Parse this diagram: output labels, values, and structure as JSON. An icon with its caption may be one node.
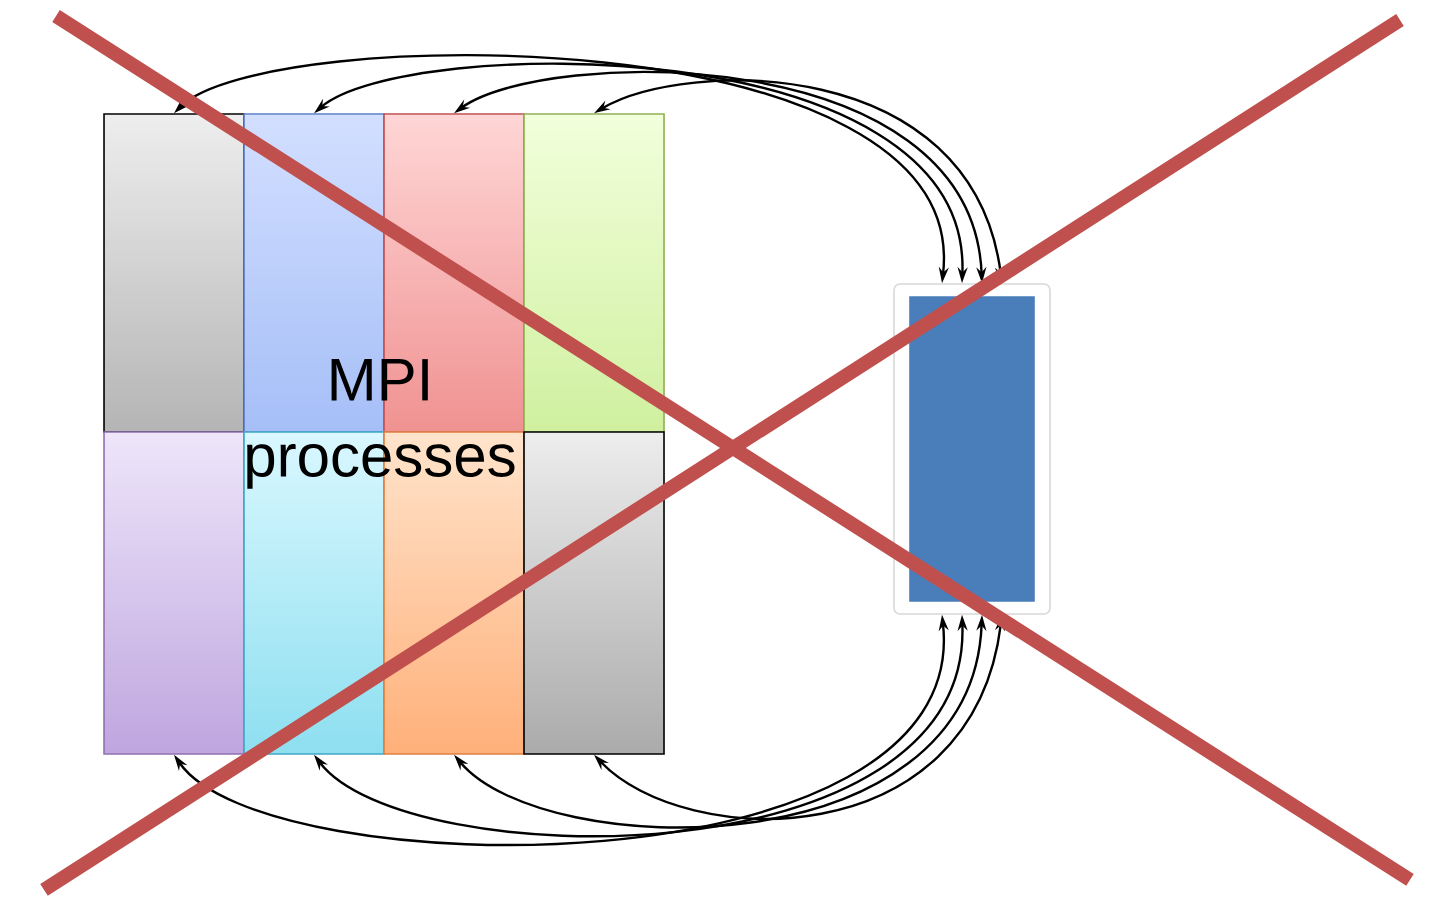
{
  "diagram": {
    "nodes": [
      {
        "text": [],
        "shape": "box"
      },
      {
        "text": [],
        "shape": "box"
      },
      {
        "text": [],
        "shape": "box"
      },
      {
        "text": [],
        "shape": "box"
      },
      {
        "text": [],
        "shape": "box"
      },
      {
        "text": [],
        "shape": "box"
      },
      {
        "text": [],
        "shape": "box"
      },
      {
        "text": [],
        "shape": "box"
      },
      {
        "text": [],
        "shape": "box"
      },
      {
        "text": [],
        "shape": "bar",
        "in": 8
      }
    ],
    "edges": [
      {
        "from": 8,
        "to": 0,
        "arrow": "both"
      },
      {
        "from": 8,
        "to": 1,
        "arrow": "both"
      },
      {
        "from": 8,
        "to": 2,
        "arrow": "both"
      },
      {
        "from": 8,
        "to": 3,
        "arrow": "both"
      },
      {
        "from": 8,
        "to": 4,
        "arrow": "both"
      },
      {
        "from": 8,
        "to": 5,
        "arrow": "both"
      },
      {
        "from": 8,
        "to": 6,
        "arrow": "both"
      },
      {
        "from": 8,
        "to": 7,
        "arrow": "both"
      }
    ],
    "labels": [
      "MPI processes"
    ]
  }
}
